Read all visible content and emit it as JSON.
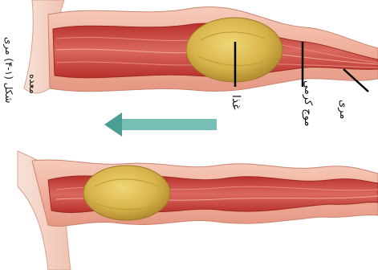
{
  "figure": {
    "caption": "شکل (۱-۴) مری",
    "labels": {
      "esophagus": "مری",
      "peristaltic_wave": "موج کرمی",
      "food": "غذا",
      "stomach": "معده"
    }
  },
  "colors": {
    "wall_outer": "#f2b7a5",
    "wall_inner": "#c8413b",
    "muscle": "#d9685e",
    "food_bolus": "#d8b44a",
    "arrow": "#5fb3a8"
  }
}
